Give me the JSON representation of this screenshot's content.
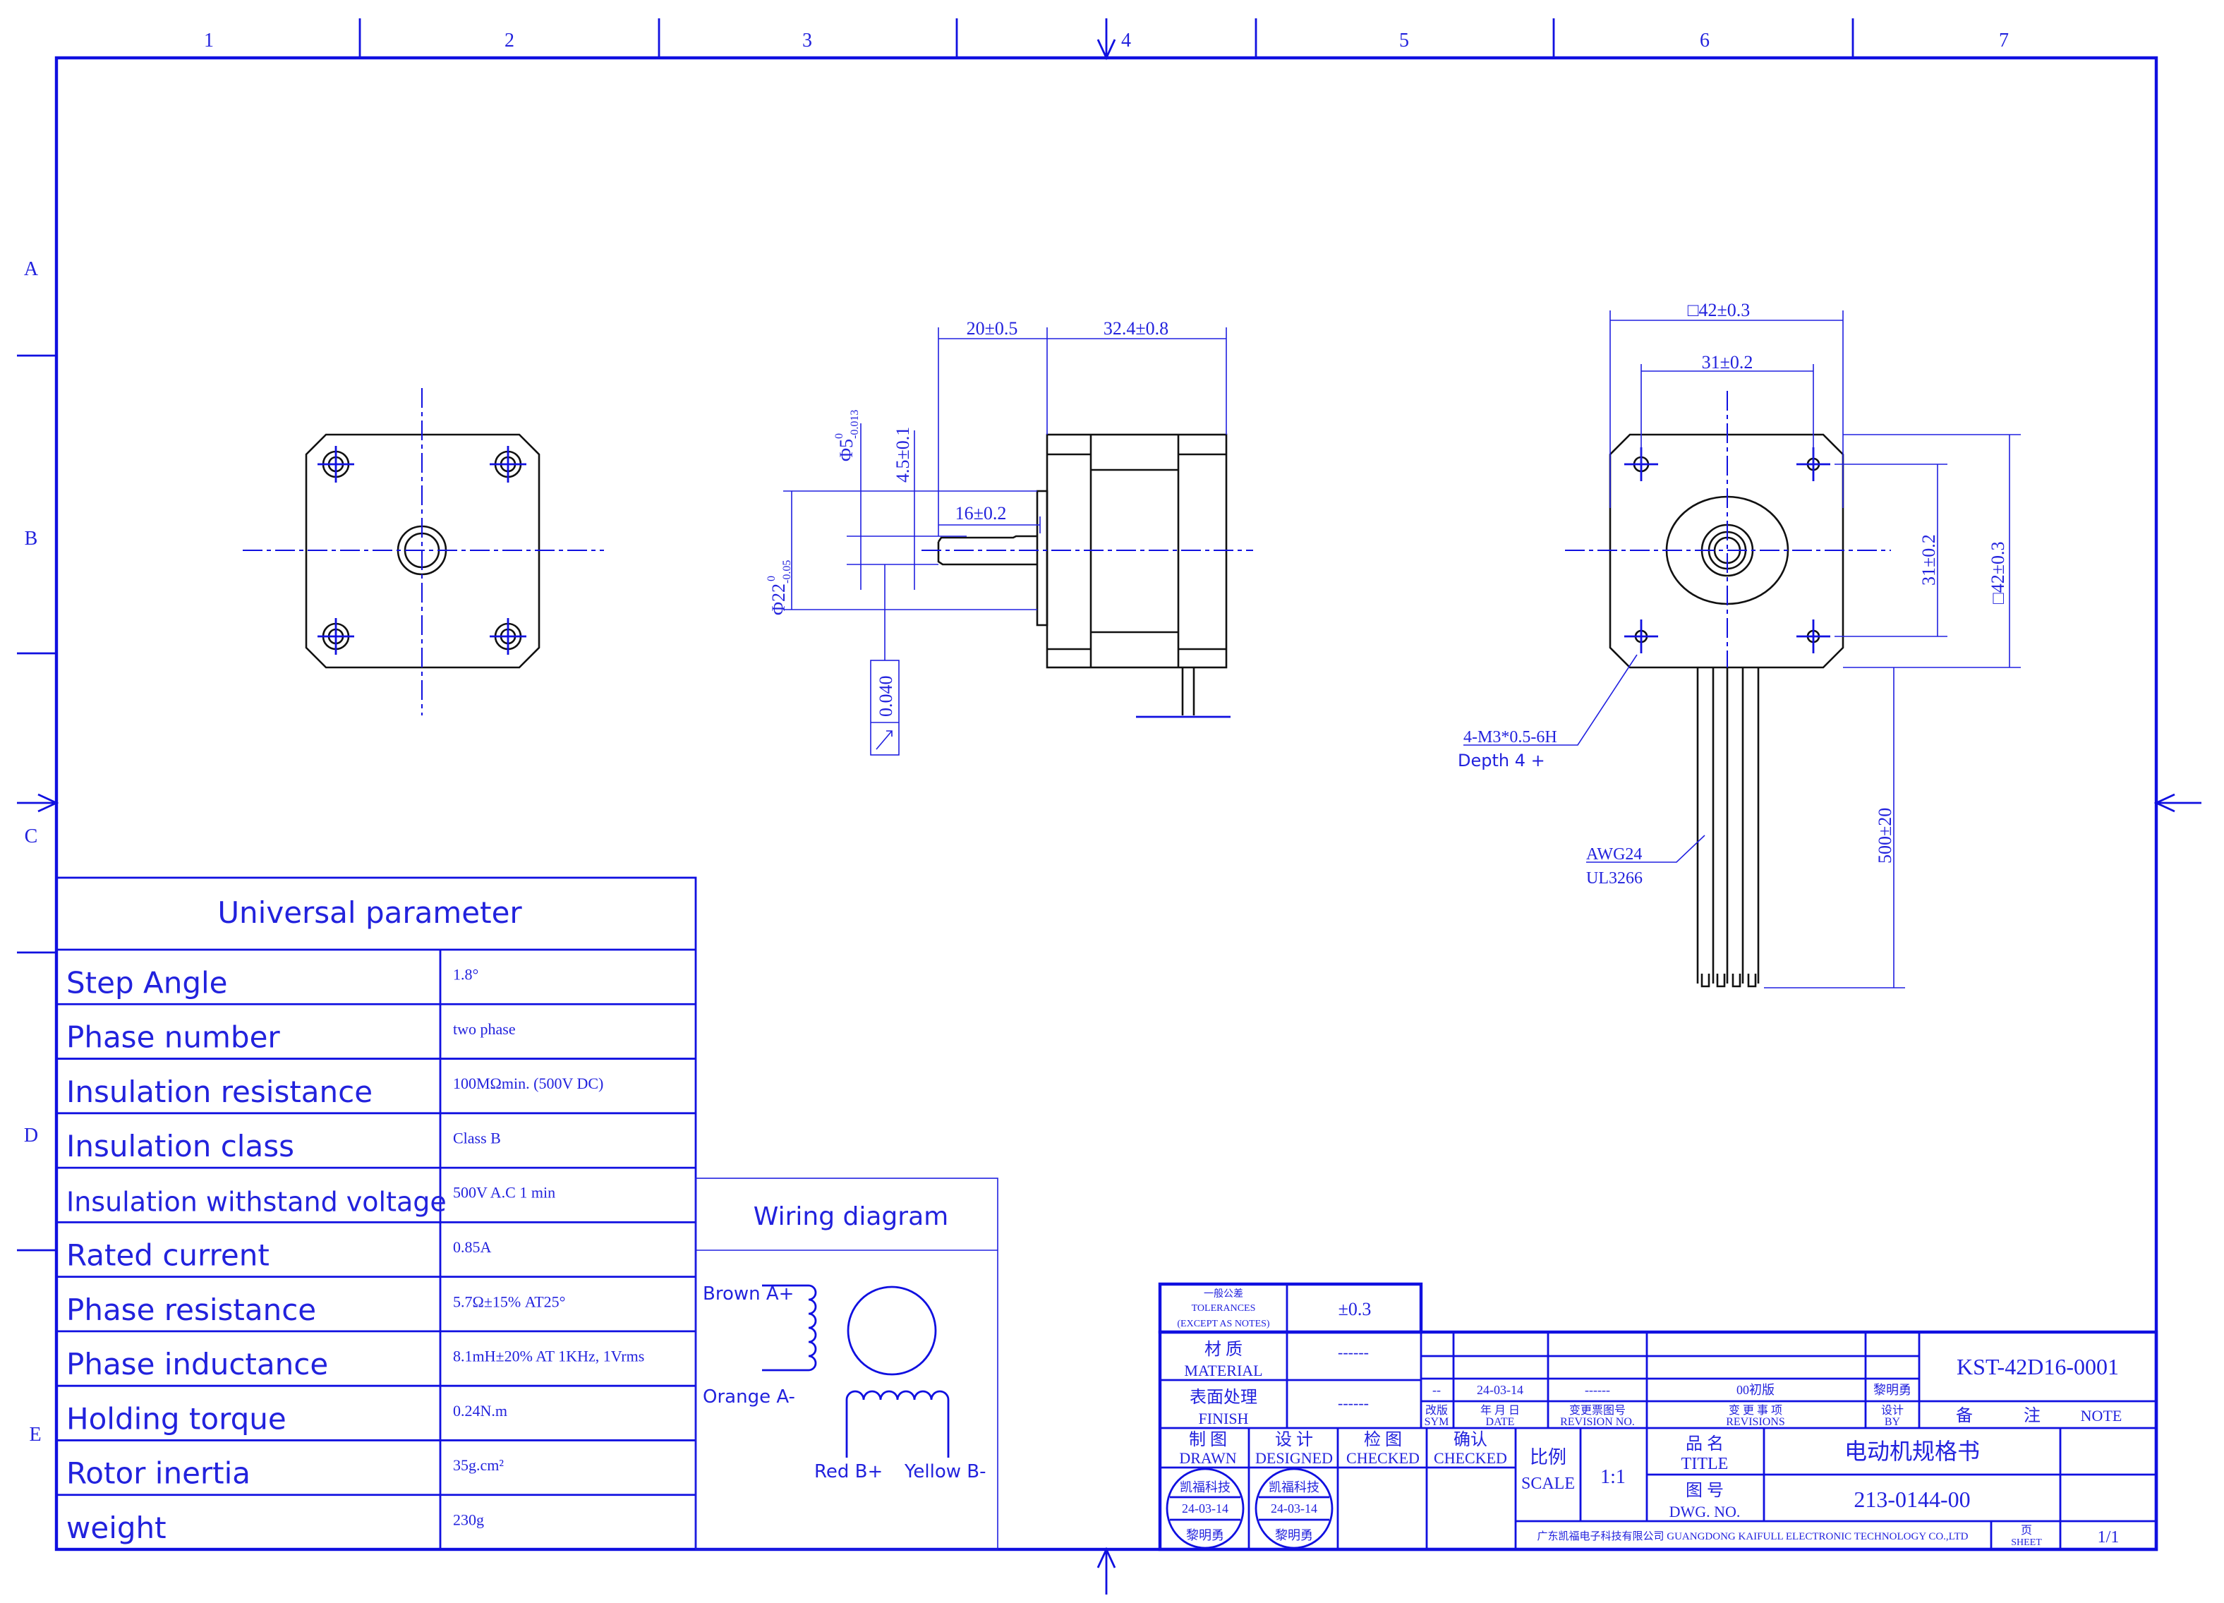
{
  "zones": {
    "columns": [
      "1",
      "2",
      "3",
      "4",
      "5",
      "6",
      "7"
    ],
    "rows": [
      "A",
      "B",
      "C",
      "D",
      "E"
    ]
  },
  "dimensions": {
    "shaft_length": "20±0.5",
    "body_length": "32.4±0.8",
    "flat_length": "16±0.2",
    "shaft_dia": "Φ5",
    "shaft_dia_tol_upper": "0",
    "shaft_dia_tol_lower": "-0.013",
    "flat_depth": "4.5±0.1",
    "boss_dia": "Φ22",
    "boss_dia_tol_upper": "0",
    "boss_dia_tol_lower": "-0.05",
    "runout": "0.040",
    "flange_width": "□42±0.3",
    "hole_spacing": "31±0.2",
    "hole_spacing_v": "31±0.2",
    "flange_height": "□42±0.3",
    "lead_length": "500±20",
    "thread": "4-M3*0.5-6H",
    "depth": "Depth 4 +",
    "wire_gauge": "AWG24",
    "wire_type": "UL3266"
  },
  "params": {
    "title": "Universal parameter",
    "rows": [
      {
        "label": "Step Angle",
        "value": "1.8°"
      },
      {
        "label": "Phase number",
        "value": "two phase"
      },
      {
        "label": "Insulation resistance",
        "value": "100MΩmin. (500V DC)"
      },
      {
        "label": "Insulation class",
        "value": "Class B"
      },
      {
        "label": "Insulation withstand voltage",
        "value": "500V A.C 1 min"
      },
      {
        "label": "Rated current",
        "value": "0.85A"
      },
      {
        "label": "Phase resistance",
        "value": "5.7Ω±15%  AT25°"
      },
      {
        "label": "Phase inductance",
        "value": "8.1mH±20%  AT 1KHz, 1Vrms"
      },
      {
        "label": "Holding torque",
        "value": "0.24N.m"
      },
      {
        "label": "Rotor inertia",
        "value": "35g.cm²"
      },
      {
        "label": "weight",
        "value": "230g"
      }
    ]
  },
  "wiring": {
    "title": "Wiring diagram",
    "a_plus": "Brown A+",
    "a_minus": "Orange A-",
    "b_plus": "Red B+",
    "b_minus": "Yellow B-"
  },
  "title_block": {
    "tol_cn": "一般公差",
    "tol_en": "TOLERANCES",
    "tol_note": "(EXCEPT AS NOTES)",
    "tol_value": "±0.3",
    "material_cn": "材  质",
    "material_en": "MATERIAL",
    "material_value": "------",
    "finish_cn": "表面处理",
    "finish_en": "FINISH",
    "finish_value": "------",
    "rev_sym": "--",
    "rev_date": "24-03-14",
    "rev_no": "------",
    "rev_desc": "00初版",
    "rev_by": "黎明勇",
    "h_sym_cn": "改版",
    "h_sym": "SYM",
    "h_date_cn": "年 月 日",
    "h_date": "DATE",
    "h_revno_cn": "变更票图号",
    "h_revno": "REVISION NO.",
    "h_rev_cn": "变 更 事 项",
    "h_rev": "REVISIONS",
    "h_by_cn": "设计",
    "h_by": "BY",
    "part_no": "KST-42D16-0001",
    "note_cn1": "备",
    "note_cn2": "注",
    "note": "NOTE",
    "drawn_cn": "制  图",
    "drawn": "DRAWN",
    "designed_cn": "设  计",
    "designed": "DESIGNED",
    "checked_cn": "检  图",
    "checked": "CHECKED",
    "confirm_cn": "确认",
    "confirm": "CHECKED",
    "stamp_company": "凯福科技",
    "stamp_date": "24-03-14",
    "stamp_name": "黎明勇",
    "scale_cn": "比例",
    "scale": "SCALE",
    "scale_value": "1:1",
    "title_cn": "品  名",
    "title": "TITLE",
    "title_value": "电动机规格书",
    "dwg_cn": "图  号",
    "dwg": "DWG. NO.",
    "dwg_value": "213-0144-00",
    "company": "广东凯福电子科技有限公司 GUANGDONG KAIFULL ELECTRONIC TECHNOLOGY CO.,LTD",
    "sheet_cn": "页",
    "sheet": "SHEET",
    "sheet_value": "1/1"
  }
}
